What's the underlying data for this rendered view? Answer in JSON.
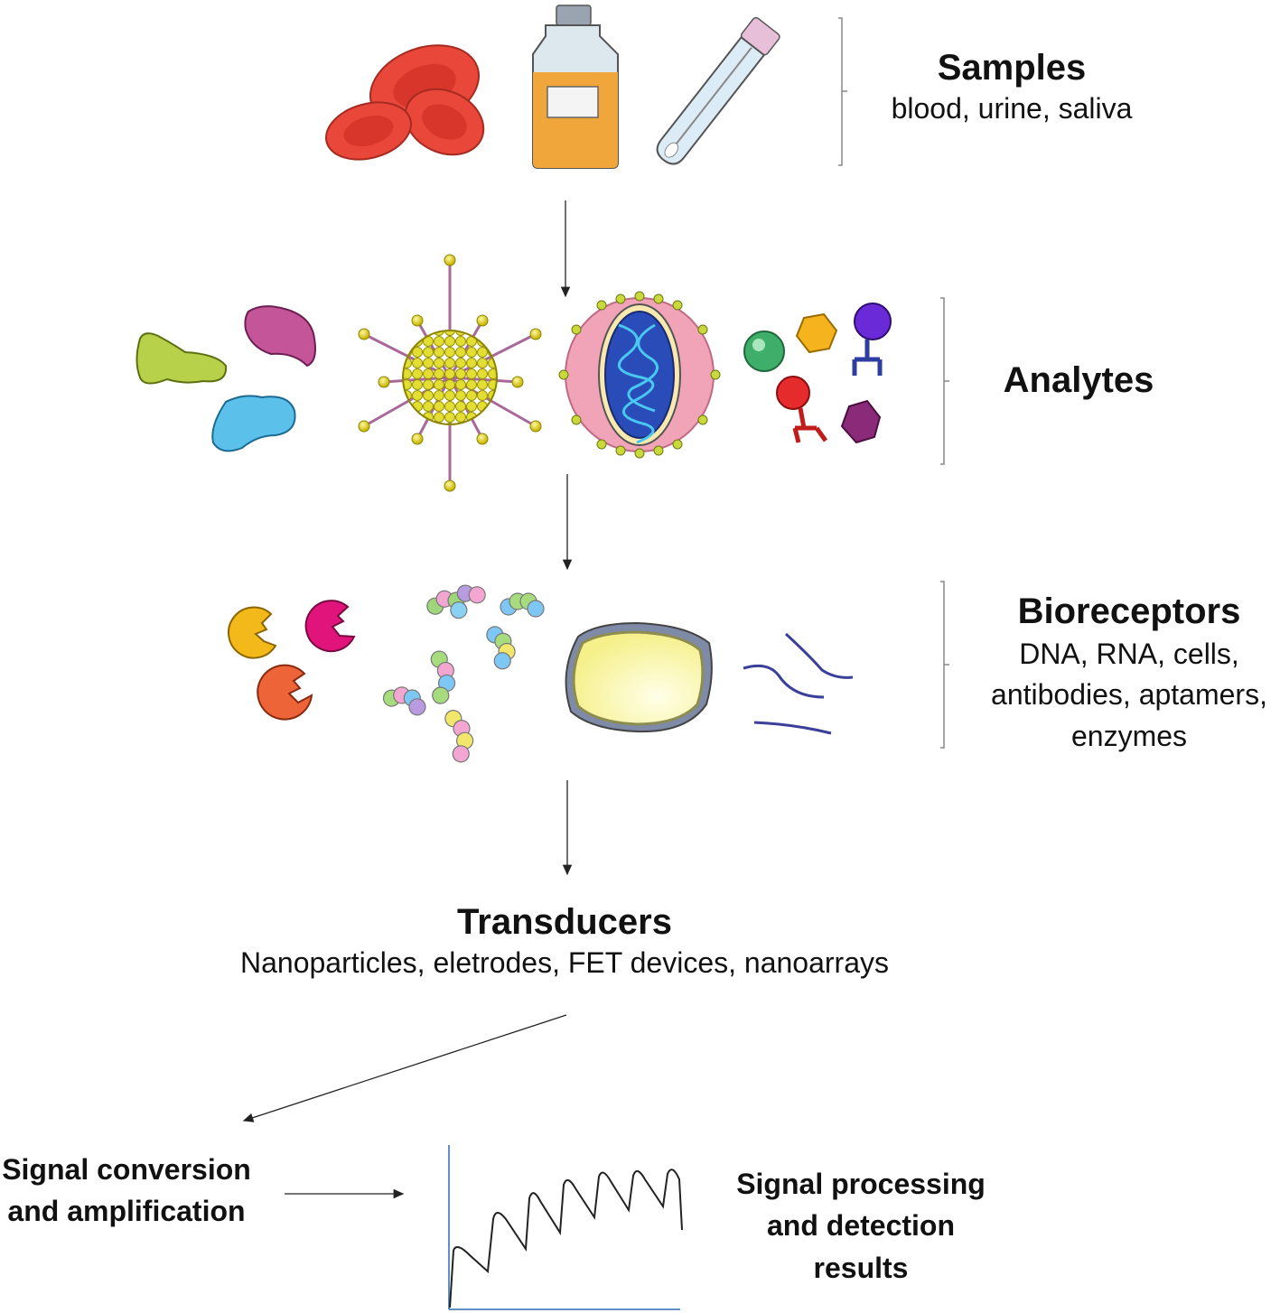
{
  "samples": {
    "title": "Samples",
    "subtitle": "blood, urine, saliva"
  },
  "analytes": {
    "title": "Analytes"
  },
  "bioreceptors": {
    "title": "Bioreceptors",
    "line1": "DNA, RNA, cells,",
    "line2": "antibodies, aptamers,",
    "line3": "enzymes"
  },
  "transducers": {
    "title": "Transducers",
    "subtitle": "Nanoparticles, eletrodes, FET devices, nanoarrays"
  },
  "signal_conversion": {
    "line1": "Signal conversion",
    "line2": "and amplification"
  },
  "signal_processing": {
    "line1": "Signal processing",
    "line2": "and detection",
    "line3": "results"
  },
  "icons": [
    "red-blood-cells-icon",
    "urine-bottle-icon",
    "saliva-swab-tube-icon",
    "protein-blobs-icon",
    "nanoparticle-icon",
    "virus-icon",
    "small-molecules-icon",
    "enzymes-icon",
    "antibodies-icon",
    "cell-icon",
    "nucleic-acid-strands-icon",
    "signal-graph"
  ],
  "colors": {
    "axis": "#2b6cb0",
    "arrow": "#222222",
    "bracket": "#888888"
  }
}
